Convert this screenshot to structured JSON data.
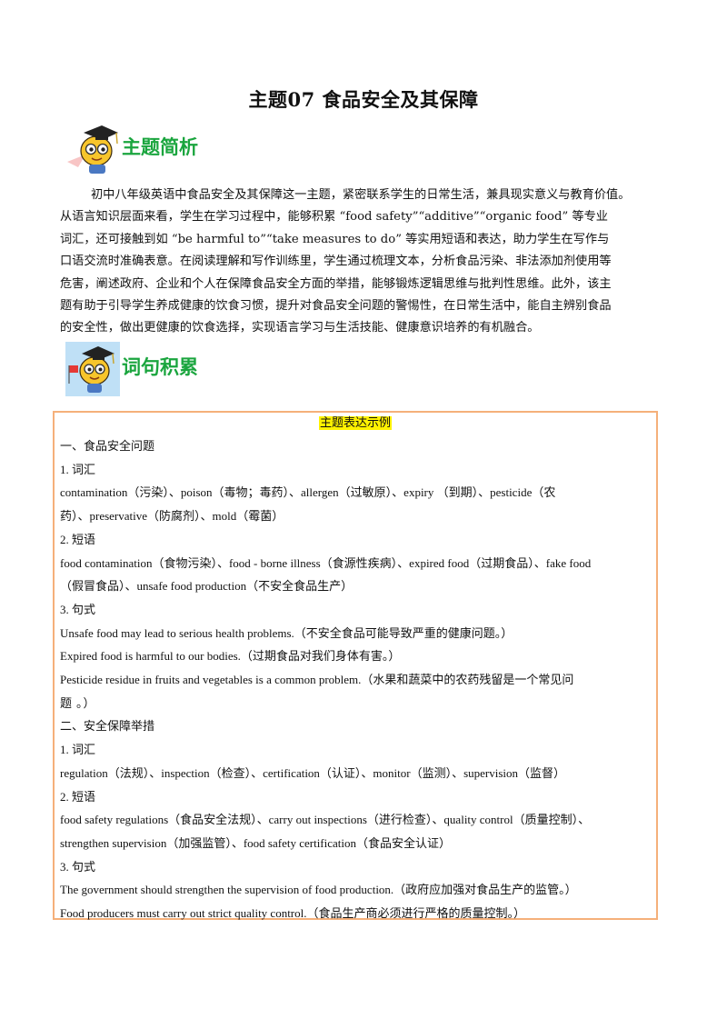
{
  "doc": {
    "title": "主题07 食品安全及其保障"
  },
  "sections": {
    "analysis": {
      "label": "主题简析"
    },
    "vocab": {
      "label": "词句积累"
    }
  },
  "intro_lines": [
    "初中八年级英语中食品安全及其保障这一主题，紧密联系学生的日常生活，兼具现实意义与教育价值。",
    "从语言知识层面来看，学生在学习过程中，能够积累 “food safety”“additive”“organic food” 等专业",
    "词汇，还可接触到如 “be harmful to”“take measures to do” 等实用短语和表达，助力学生在写作与",
    "口语交流时准确表意。在阅读理解和写作训练里，学生通过梳理文本，分析食品污染、非法添加剂使用等",
    "危害，阐述政府、企业和个人在保障食品安全方面的举措，能够锻炼逻辑思维与批判性思维。此外，该主",
    "题有助于引导学生养成健康的饮食习惯，提升对食品安全问题的警惕性，在日常生活中，能自主辨别食品",
    "的安全性，做出更健康的饮食选择，实现语言学习与生活技能、健康意识培养的有机融合。"
  ],
  "box": {
    "title": "主题表达示例",
    "lines": [
      "一、食品安全问题",
      "1. 词汇",
      "contamination（污染）、poison（毒物；毒药）、allergen（过敏原）、expiry （到期）、pesticide（农",
      "药）、preservative（防腐剂）、mold（霉菌）",
      "2. 短语",
      "food contamination（食物污染）、food - borne illness（食源性疾病）、expired food（过期食品）、fake food",
      "（假冒食品）、unsafe food production（不安全食品生产）",
      "3. 句式",
      "Unsafe food may lead to serious health problems.（不安全食品可能导致严重的健康问题。）",
      "Expired food is harmful to our bodies.（过期食品对我们身体有害。）",
      "Pesticide residue in fruits and vegetables is a common problem.（水果和蔬菜中的农药残留是一个常见问",
      "题 。）",
      "二、安全保障举措",
      "1. 词汇",
      "regulation（法规）、inspection（检查）、certification（认证）、monitor（监测）、supervision（监督）",
      "2. 短语",
      "food safety regulations（食品安全法规）、carry out inspections（进行检查）、quality control（质量控制）、",
      "strengthen supervision（加强监管）、food safety certification（食品安全认证）",
      "3. 句式",
      "The government should strengthen the supervision of food production.（政府应加强对食品生产的监管。）",
      "Food producers must carry out strict quality control.（食品生产商必须进行严格的质量控制。）"
    ]
  }
}
